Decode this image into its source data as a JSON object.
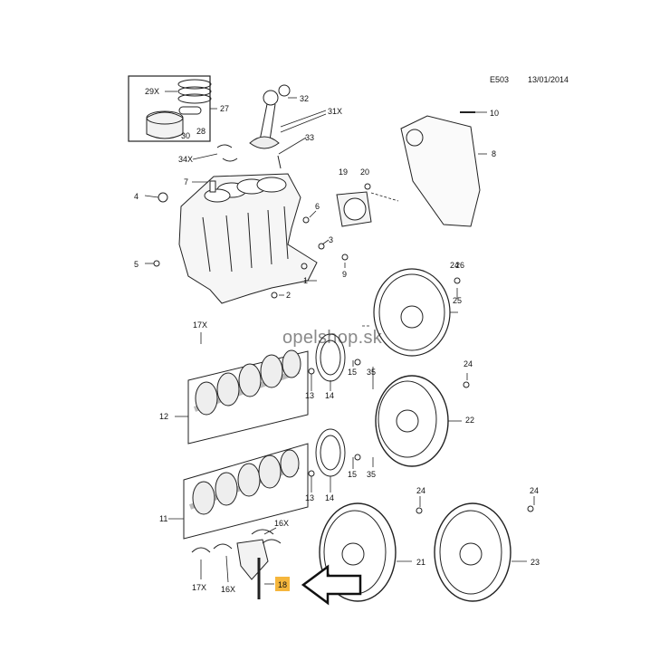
{
  "header": {
    "code": "E503",
    "date": "13/01/2014"
  },
  "watermark": "opelshop.sk",
  "highlight": {
    "label": "18",
    "color": "#f5b63c"
  },
  "callouts": [
    {
      "id": "c1",
      "text": "1"
    },
    {
      "id": "c2",
      "text": "2"
    },
    {
      "id": "c3",
      "text": "3"
    },
    {
      "id": "c4",
      "text": "4"
    },
    {
      "id": "c5",
      "text": "5"
    },
    {
      "id": "c6",
      "text": "6"
    },
    {
      "id": "c7",
      "text": "7"
    },
    {
      "id": "c8",
      "text": "8"
    },
    {
      "id": "c9",
      "text": "9"
    },
    {
      "id": "c10",
      "text": "10"
    },
    {
      "id": "c11",
      "text": "11"
    },
    {
      "id": "c12",
      "text": "12"
    },
    {
      "id": "c13a",
      "text": "13"
    },
    {
      "id": "c13b",
      "text": "13"
    },
    {
      "id": "c14a",
      "text": "14"
    },
    {
      "id": "c14b",
      "text": "14"
    },
    {
      "id": "c15a",
      "text": "15"
    },
    {
      "id": "c15b",
      "text": "15"
    },
    {
      "id": "c16x",
      "text": "16X"
    },
    {
      "id": "c16xb",
      "text": "16X"
    },
    {
      "id": "c17xa",
      "text": "17X"
    },
    {
      "id": "c17xb",
      "text": "17X"
    },
    {
      "id": "c19",
      "text": "19"
    },
    {
      "id": "c20",
      "text": "20"
    },
    {
      "id": "c21",
      "text": "21"
    },
    {
      "id": "c22",
      "text": "22"
    },
    {
      "id": "c23",
      "text": "23"
    },
    {
      "id": "c24a",
      "text": "24"
    },
    {
      "id": "c24b",
      "text": "24"
    },
    {
      "id": "c24c",
      "text": "24"
    },
    {
      "id": "c24d",
      "text": "24"
    },
    {
      "id": "c25",
      "text": "25"
    },
    {
      "id": "c26",
      "text": "26"
    },
    {
      "id": "c27",
      "text": "27"
    },
    {
      "id": "c28",
      "text": "28"
    },
    {
      "id": "c29x",
      "text": "29X"
    },
    {
      "id": "c30",
      "text": "30"
    },
    {
      "id": "c31x",
      "text": "31X"
    },
    {
      "id": "c32",
      "text": "32"
    },
    {
      "id": "c33",
      "text": "33"
    },
    {
      "id": "c34x",
      "text": "34X"
    },
    {
      "id": "c35a",
      "text": "35"
    },
    {
      "id": "c35b",
      "text": "35"
    }
  ]
}
